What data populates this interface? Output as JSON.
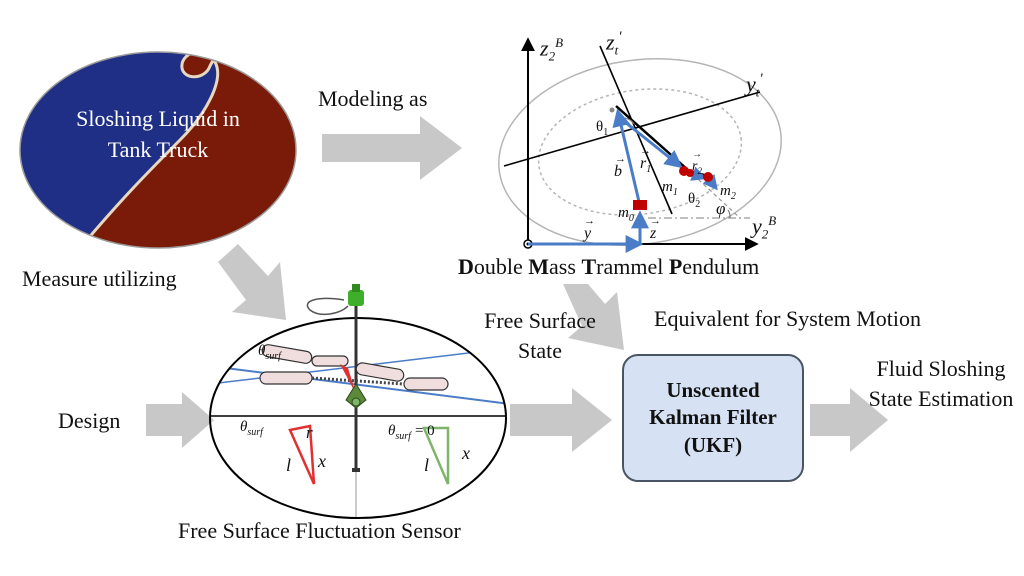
{
  "tank_label": "Sloshing Liquid in Tank Truck",
  "modeling_label": "Modeling as",
  "measure_label": "Measure utilizing",
  "design_label": "Design",
  "pendulum": {
    "title_parts": [
      {
        "bold": "D",
        "rest": "ouble "
      },
      {
        "bold": "M",
        "rest": "ass "
      },
      {
        "bold": "T",
        "rest": "rammel "
      },
      {
        "bold": "P",
        "rest": "endulum"
      }
    ],
    "axis_z2B": "z",
    "axis_z2B_sub": "2",
    "axis_z2B_sup": "B",
    "axis_zt": "z",
    "axis_zt_sub": "t",
    "axis_zt_sup": "′",
    "axis_yt": "y",
    "axis_yt_sub": "t",
    "axis_yt_sup": "′",
    "axis_y2B": "y",
    "axis_y2B_sub": "2",
    "axis_y2B_sup": "B",
    "theta1": "θ",
    "theta1_sub": "1",
    "theta2": "θ",
    "theta2_sub": "2",
    "m0": "m",
    "m0_sub": "0",
    "m1": "m",
    "m1_sub": "1",
    "m2": "m",
    "m2_sub": "2",
    "phi": "φ",
    "vec_b": "b",
    "vec_r1": "r",
    "vec_r1_sub": "1",
    "vec_r2": "r",
    "vec_r2_sub": "2",
    "vec_y": "y",
    "vec_z": "z"
  },
  "free_surface_state": "Free Surface State",
  "equivalent_label": "Equivalent for System Motion",
  "ukf_label": "Unscented Kalman Filter (UKF)",
  "output_label": "Fluid Sloshing State Estimation",
  "sensor": {
    "caption": "Free Surface Fluctuation Sensor",
    "theta_surf": "θ",
    "theta_surf_sub": "surf",
    "r_label": "r",
    "l_label": "l",
    "x_label": "x",
    "theta_eq": "= 0",
    "l_label_2": "l",
    "x_label_2": "x"
  },
  "colors": {
    "tank_blue": "#1f2f86",
    "tank_red": "#7a1a08",
    "arrow_gray": "#c8c8c8",
    "vector_blue": "#4a7cc7",
    "mass_red": "#c00000",
    "tri_red": "#e03030",
    "tri_green": "#7fb56a",
    "ukf_fill": "#d6e2f3"
  }
}
